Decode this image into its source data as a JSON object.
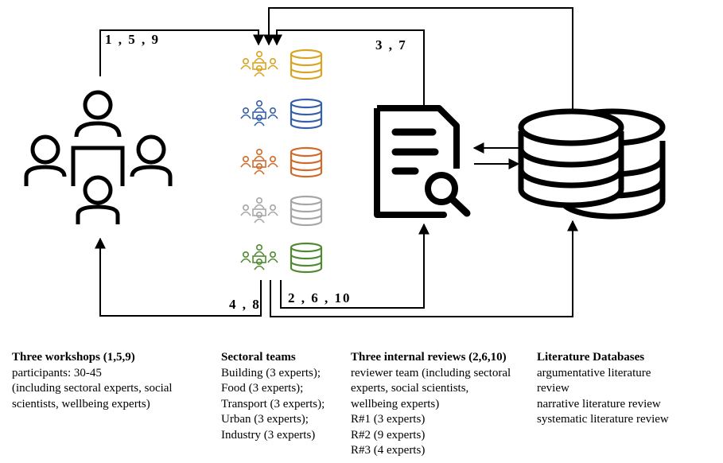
{
  "edge_labels": {
    "workshops_in": "1 , 5 , 9",
    "workshops_out": "4 , 8",
    "reviews_in": "3 , 7",
    "reviews_out": "2 , 6 , 10"
  },
  "colors": {
    "team_1": "#d9a421",
    "team_2": "#3560a9",
    "team_3": "#d06a29",
    "team_4": "#a6a6a6",
    "team_5": "#4f8a30"
  },
  "icons": {
    "workshop": "meeting-group-icon",
    "team": "team-people-icon",
    "team_db": "database-icon",
    "review": "document-search-icon",
    "literature": "database-icon"
  },
  "captions": {
    "workshops": {
      "title": "Three workshops (1,5,9)",
      "lines": [
        "participants: 30-45",
        "(including sectoral experts, social",
        "scientists, wellbeing experts)"
      ]
    },
    "teams": {
      "title": "Sectoral teams",
      "lines": [
        "Building (3 experts);",
        "Food (3 experts);",
        "Transport (3 experts);",
        "Urban (3 experts);",
        "Industry (3 experts)"
      ]
    },
    "reviews": {
      "title": "Three internal reviews (2,6,10)",
      "lines": [
        "reviewer team (including sectoral",
        "experts, social scientists,",
        "wellbeing experts)",
        "R#1 (3 experts)",
        "R#2 (9 experts)",
        "R#3 (4 experts)"
      ]
    },
    "literature": {
      "title": "Literature Databases",
      "lines": [
        "argumentative literature",
        "review",
        "narrative literature review",
        "systematic literature review"
      ]
    }
  }
}
